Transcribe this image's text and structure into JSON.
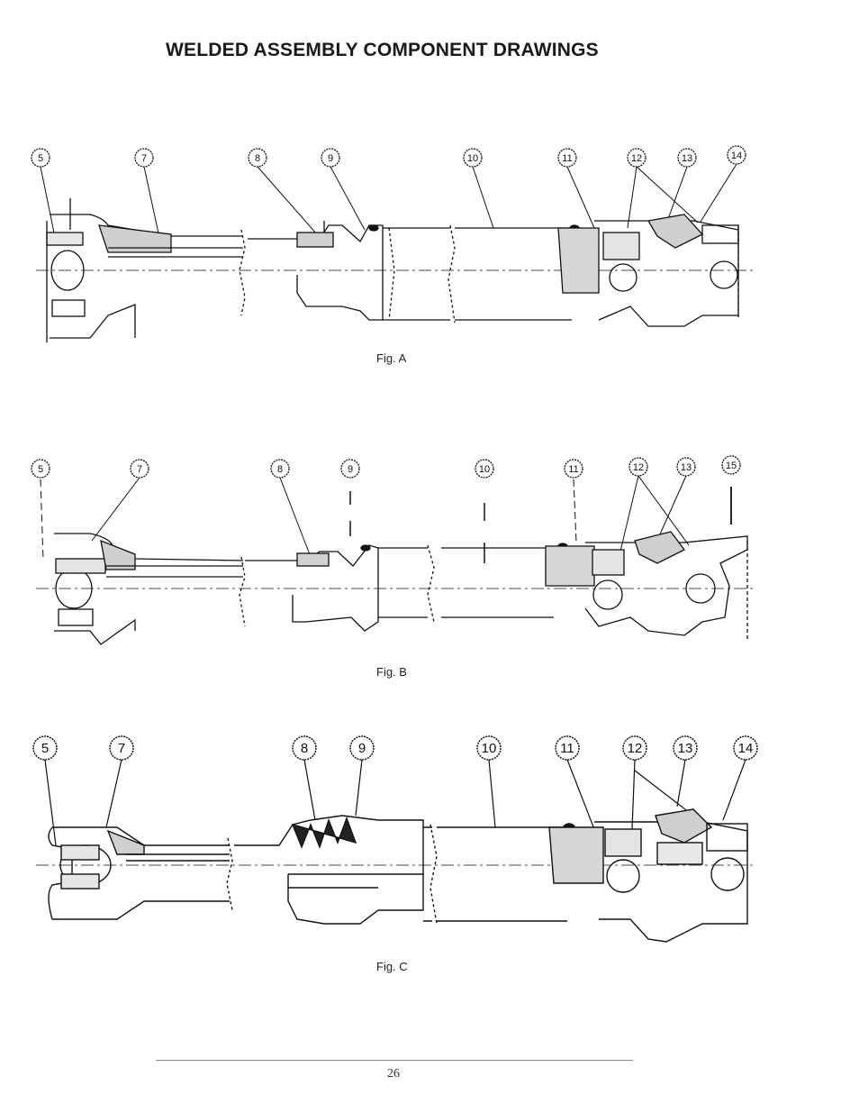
{
  "page": {
    "title": "WELDED ASSEMBLY COMPONENT DRAWINGS",
    "page_number": "26"
  },
  "figures": [
    {
      "id": "a",
      "caption": "Fig. A",
      "callouts": [
        "5",
        "7",
        "8",
        "9",
        "10",
        "11",
        "12",
        "13",
        "14"
      ]
    },
    {
      "id": "b",
      "caption": "Fig. B",
      "callouts": [
        "5",
        "7",
        "8",
        "9",
        "10",
        "11",
        "12",
        "13",
        "15"
      ]
    },
    {
      "id": "c",
      "caption": "Fig. C",
      "callouts": [
        "5",
        "7",
        "8",
        "9",
        "10",
        "11",
        "12",
        "13",
        "14"
      ]
    }
  ]
}
